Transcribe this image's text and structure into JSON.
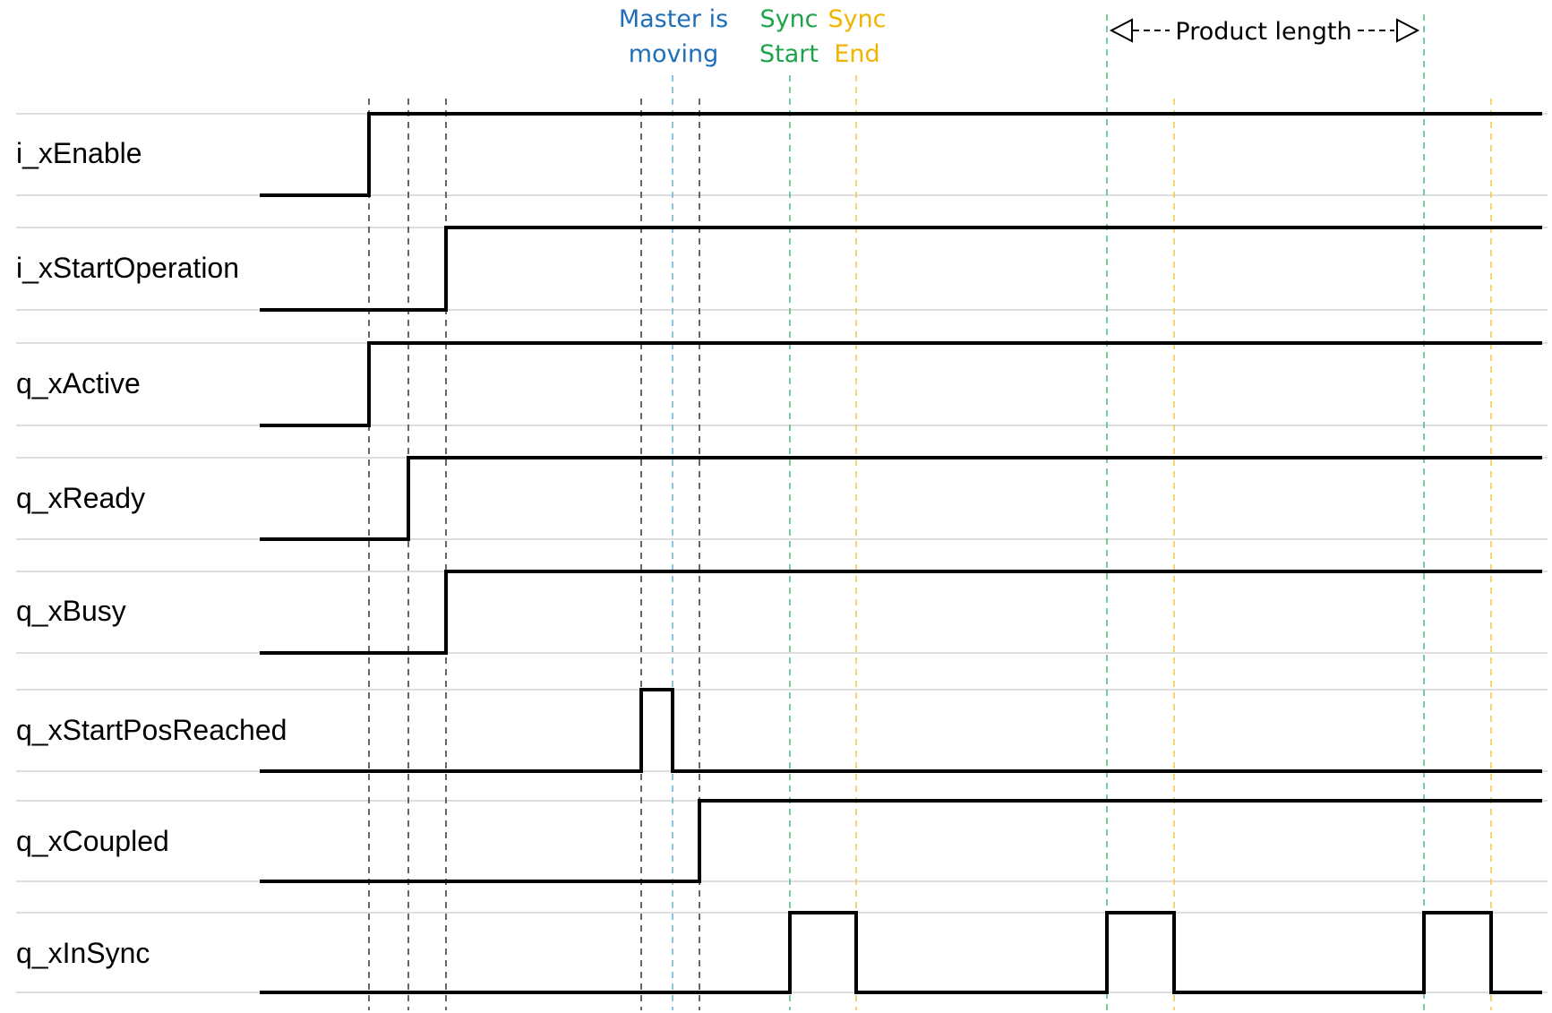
{
  "colors": {
    "master": "#1f6fb8",
    "sync_start": "#1fa34a",
    "sync_end": "#f0b400",
    "event_line": "#333333",
    "master_line": "#6aaed0",
    "sync_start_line": "#4dbb78",
    "sync_end_line": "#f2c744",
    "signal": "#000000",
    "grid": "#d4d4d4"
  },
  "annotations": {
    "master_moving": {
      "line1": "Master is",
      "line2": "moving"
    },
    "sync_start": {
      "line1": "Sync",
      "line2": "Start"
    },
    "sync_end": {
      "line1": "Sync",
      "line2": "End"
    },
    "product_length": "Product length"
  },
  "signals": [
    {
      "name": "i_xEnable",
      "levels": [
        0,
        1,
        1,
        1,
        1,
        1,
        1,
        1,
        1,
        1,
        1,
        1,
        1,
        1
      ]
    },
    {
      "name": "i_xStartOperation",
      "levels": [
        0,
        0,
        0,
        1,
        1,
        1,
        1,
        1,
        1,
        1,
        1,
        1,
        1,
        1
      ]
    },
    {
      "name": "q_xActive",
      "levels": [
        0,
        1,
        1,
        1,
        1,
        1,
        1,
        1,
        1,
        1,
        1,
        1,
        1,
        1
      ]
    },
    {
      "name": "q_xReady",
      "levels": [
        0,
        0,
        1,
        1,
        1,
        1,
        1,
        1,
        1,
        1,
        1,
        1,
        1,
        1
      ]
    },
    {
      "name": "q_xBusy",
      "levels": [
        0,
        0,
        0,
        1,
        1,
        1,
        1,
        1,
        1,
        1,
        1,
        1,
        1,
        1
      ]
    },
    {
      "name": "q_xStartPosReached",
      "levels": [
        0,
        0,
        0,
        0,
        1,
        0,
        0,
        0,
        0,
        0,
        0,
        0,
        0,
        0
      ]
    },
    {
      "name": "q_xCoupled",
      "levels": [
        0,
        0,
        0,
        0,
        0,
        0,
        1,
        1,
        1,
        1,
        1,
        1,
        1,
        1
      ]
    },
    {
      "name": "q_xInSync",
      "levels": [
        0,
        0,
        0,
        0,
        0,
        0,
        0,
        1,
        0,
        1,
        0,
        1,
        0,
        0
      ]
    }
  ]
}
